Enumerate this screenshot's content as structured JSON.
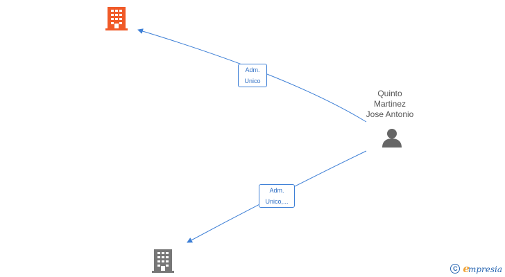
{
  "nodes": {
    "company_top": {
      "icon": "building-icon",
      "color": "#f05a28"
    },
    "company_bottom": {
      "icon": "building-icon",
      "color": "#777777"
    },
    "person": {
      "icon": "person-icon",
      "color": "#666666",
      "name_lines": [
        "Quinto",
        "Martinez",
        "Jose Antonio"
      ]
    }
  },
  "edges": [
    {
      "label_lines": [
        "Adm.",
        "Unico"
      ],
      "color": "#3d7fd6"
    },
    {
      "label_lines": [
        "Adm.",
        "Unico,..."
      ],
      "color": "#3d7fd6"
    }
  ],
  "footer": {
    "copyright_symbol": "C",
    "brand_initial": "e",
    "brand_rest": "mpresia"
  }
}
